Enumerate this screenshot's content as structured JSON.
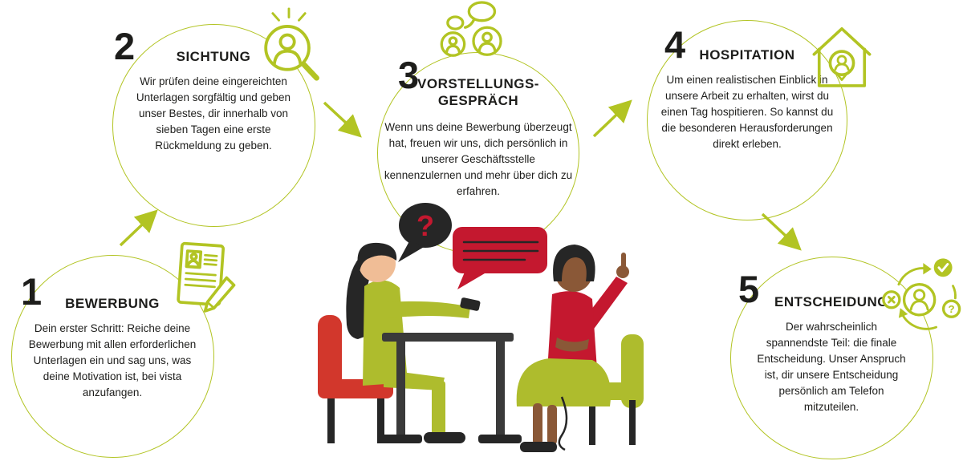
{
  "colors": {
    "lime": "#b2c423",
    "red": "#c4182f",
    "text": "#1d1d1b"
  },
  "steps": [
    {
      "number": "1",
      "title": "BEWERBUNG",
      "body": "Dein erster Schritt: Reiche deine Bewerbung mit allen erforderlichen Unterlagen ein und sag uns, was deine Motivation ist, bei vista anzufangen.",
      "icon": "resume-pencil-icon"
    },
    {
      "number": "2",
      "title": "SICHTUNG",
      "body": "Wir prüfen deine eingereichten Unterlagen sorgfältig und geben unser Bestes, dir innerhalb von sieben Tagen eine erste Rückmeldung zu geben.",
      "icon": "candidate-magnifier-icon"
    },
    {
      "number": "3",
      "title": "VORSTELLUNGS-GESPRÄCH",
      "body": "Wenn uns deine Bewerbung überzeugt hat, freuen wir uns, dich persönlich in unserer Geschäftsstelle kennenzulernen und mehr über dich zu erfahren.",
      "icon": "chat-people-icon"
    },
    {
      "number": "4",
      "title": "HOSPITATION",
      "body": "Um einen realistischen Einblick in unsere Arbeit zu erhalten, wirst du einen Tag hospitieren. So kannst du die besonderen Herausforderungen direkt erleben.",
      "icon": "house-person-icon"
    },
    {
      "number": "5",
      "title": "ENTSCHEIDUNG",
      "body": "Der wahrscheinlich spannendste Teil: die finale Entscheidung. Unser Anspruch ist, dir unsere Entscheidung persönlich am Telefon mitzuteilen.",
      "icon": "decision-cycle-icon"
    }
  ],
  "icons": {
    "question": "?"
  },
  "illustration": {
    "question_mark": "?"
  }
}
